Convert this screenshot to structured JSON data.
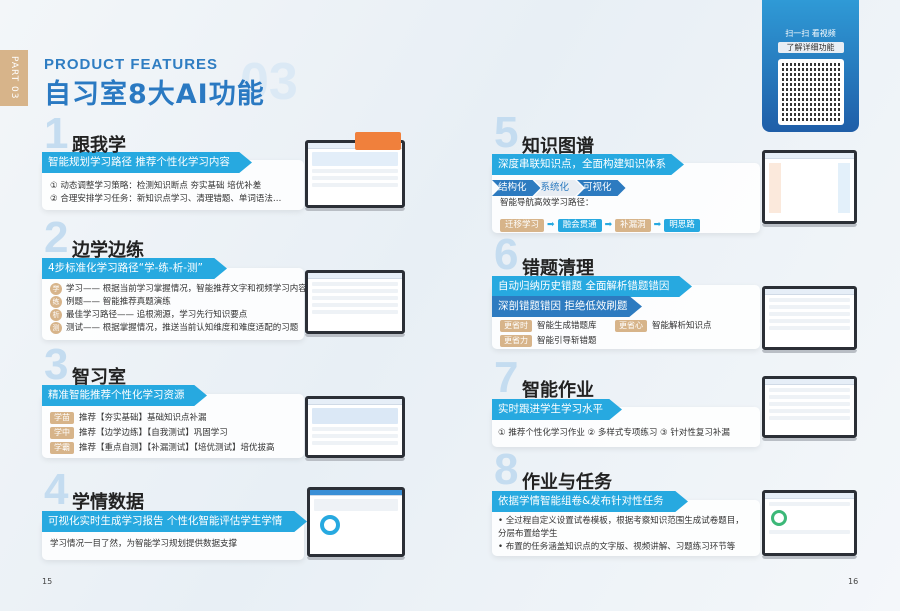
{
  "header": {
    "part": "PART 03",
    "subtitle": "PRODUCT FEATURES",
    "title": "自习室8大AI功能",
    "ghost_number": "03"
  },
  "qr": {
    "caption": "扫一扫 看视频",
    "button": "了解详细功能"
  },
  "sections": [
    {
      "num": "1",
      "title": "跟我学",
      "band": "智能规划学习路径 推荐个性化学习内容",
      "lines": [
        "① 动态调整学习策略：检测知识断点 夯实基础 培优补差",
        "② 合理安排学习任务：新知识点学习、清理错题、单词语法…"
      ]
    },
    {
      "num": "2",
      "title": "边学边练",
      "band": "4步标准化学习路径“学-练-析-测”",
      "items": [
        {
          "icon": "学",
          "text": "学习—— 根据当前学习掌握情况，智能推荐文字和视频学习内容"
        },
        {
          "icon": "练",
          "text": "例题—— 智能推荐真题演练"
        },
        {
          "icon": "析",
          "text": "最佳学习路径—— 追根溯源，学习先行知识要点"
        },
        {
          "icon": "测",
          "text": "测试—— 根据掌握情况，推送当前认知维度和难度适配的习题"
        }
      ]
    },
    {
      "num": "3",
      "title": "智习室",
      "band": "精准智能推荐个性化学习资源",
      "items": [
        {
          "tag": "学苗",
          "text": "推荐【夯实基础】基础知识点补漏"
        },
        {
          "tag": "学中",
          "text": "推荐【边学边练】【自我测试】巩固学习"
        },
        {
          "tag": "学霸",
          "text": "推荐【重点自测】【补漏测试】【培优测试】培优拔高"
        }
      ]
    },
    {
      "num": "4",
      "title": "学情数据",
      "band": "可视化实时生成学习报告 个性化智能评估学生学情",
      "lines": [
        "学习情况一目了然，为智能学习规划提供数据支撑"
      ]
    },
    {
      "num": "5",
      "title": "知识图谱",
      "band": "深度串联知识点，全面构建知识体系",
      "chevrons": [
        "结构化",
        "系统化",
        "可视化"
      ],
      "path_label": "智能导航高效学习路径：",
      "path": [
        "迁移学习",
        "融会贯通",
        "补漏洞",
        "明思路"
      ]
    },
    {
      "num": "6",
      "title": "错题清理",
      "band": "自动归纳历史错题 全面解析错题错因",
      "band2": "深剖错题错因 拒绝低效刷题",
      "items": [
        {
          "tag": "更省时",
          "text": "智能生成错题库"
        },
        {
          "tag": "更省心",
          "text": "智能解析知识点"
        },
        {
          "tag": "更省力",
          "text": "智能引导斩错题"
        }
      ]
    },
    {
      "num": "7",
      "title": "智能作业",
      "band": "实时跟进学生学习水平",
      "lines": [
        "① 推荐个性化学习作业  ② 多样式专项练习  ③ 针对性复习补漏"
      ]
    },
    {
      "num": "8",
      "title": "作业与任务",
      "band": "依据学情智能组卷&发布针对性任务",
      "lines": [
        "• 全过程自定义设置试卷模板，根据考察知识范围生成试卷题目，",
        "分层布置给学生",
        "• 布置的任务涵盖知识点的文字版、视频讲解、习题练习环节等"
      ]
    }
  ],
  "pages": {
    "left": "15",
    "right": "16"
  },
  "colors": {
    "accent": "#27a9e0",
    "dark": "#2d7bc0",
    "tag": "#d7b48a"
  }
}
